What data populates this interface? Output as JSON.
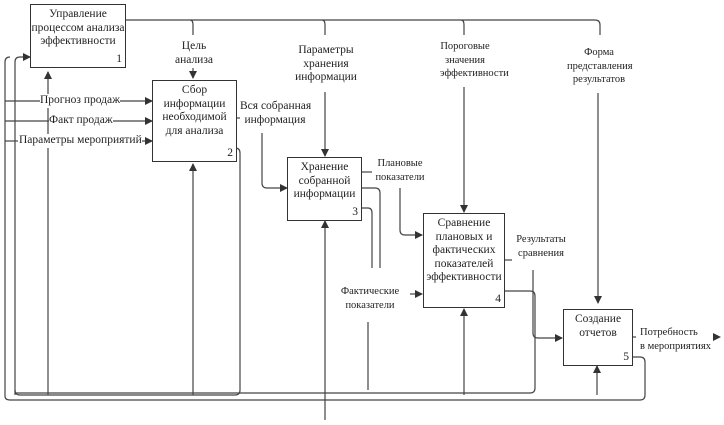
{
  "diagram": {
    "type": "IDEF0",
    "line_color": "#333333",
    "blocks": [
      {
        "id": "1",
        "title_lines": [
          "Управление",
          "процессом анализа",
          "эффективности"
        ],
        "number": "1"
      },
      {
        "id": "2",
        "title_lines": [
          "Сбор",
          "информации",
          "необходимой",
          "для анализа"
        ],
        "number": "2"
      },
      {
        "id": "3",
        "title_lines": [
          "Хранение",
          "собранной",
          "информации"
        ],
        "number": "3"
      },
      {
        "id": "4",
        "title_lines": [
          "Сравнение",
          "плановых и",
          "фактических",
          "показателей",
          "эффективности"
        ],
        "number": "4"
      },
      {
        "id": "5",
        "title_lines": [
          "Создание",
          "отчетов"
        ],
        "number": "5"
      }
    ],
    "arrows": {
      "goal": [
        "Цель",
        "анализа"
      ],
      "storage_params": [
        "Параметры",
        "хранения",
        "информации"
      ],
      "thresholds": [
        "Пороговые",
        "значения",
        "эффективности"
      ],
      "report_form": [
        "Форма",
        "представления",
        "результатов"
      ],
      "sales_forecast": "Прогноз продаж",
      "sales_fact": "Факт продаж",
      "event_params": "Параметры мероприятий",
      "all_info": [
        "Вся собранная",
        "информация"
      ],
      "planned": [
        "Плановые",
        "показатели"
      ],
      "actual": [
        "Фактические",
        "показатели"
      ],
      "results": [
        "Результаты",
        "сравнения"
      ],
      "output": [
        "Потребность",
        "в мероприятиях"
      ]
    }
  }
}
